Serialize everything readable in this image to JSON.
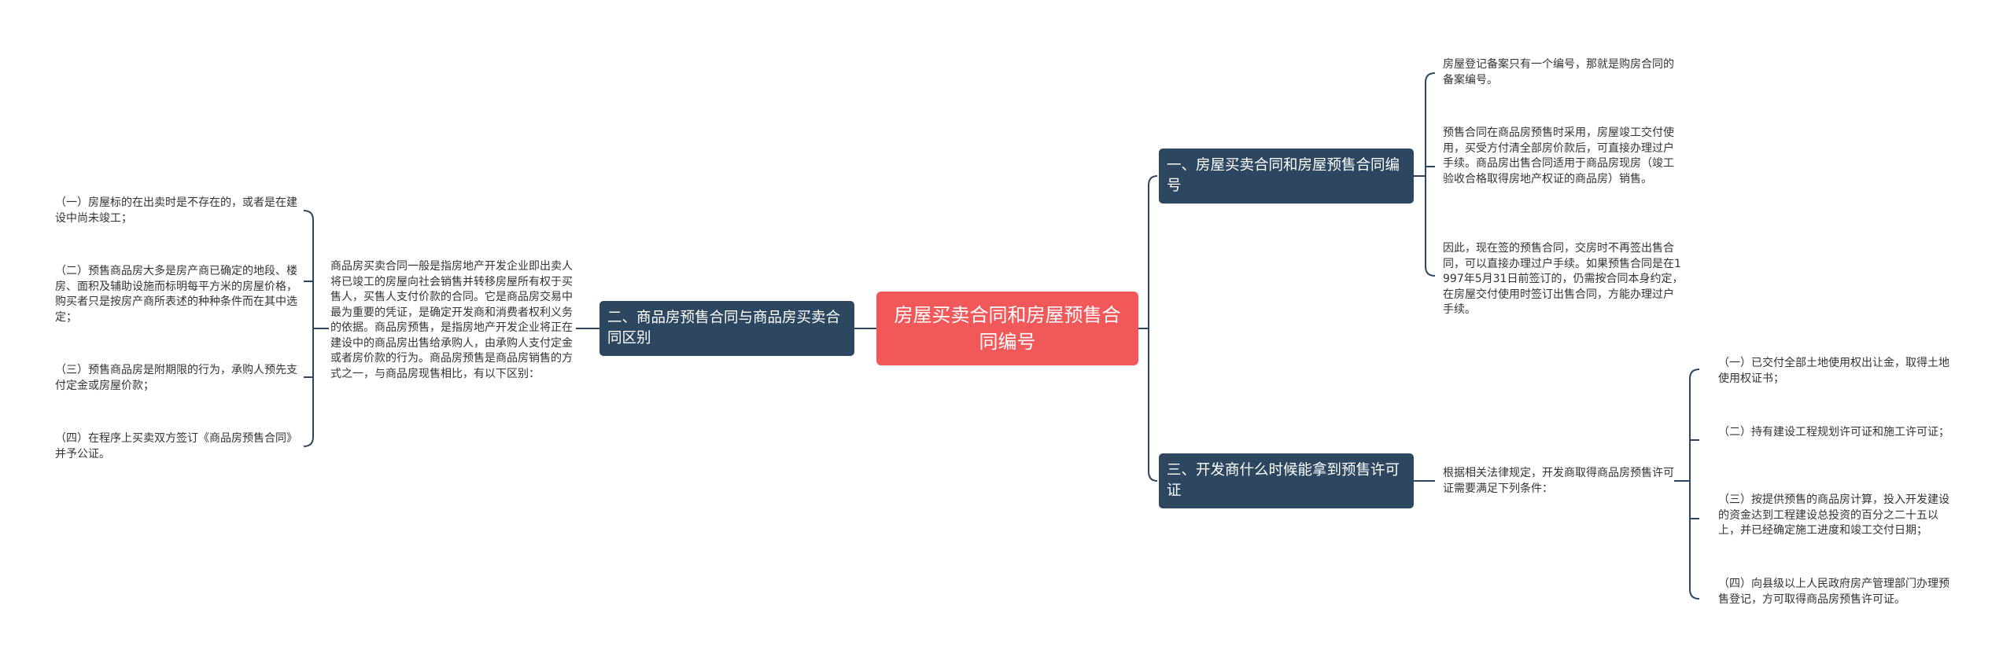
{
  "root": {
    "title": "房屋买卖合同和房屋预售合同编号"
  },
  "branch1": {
    "title": "一、房屋买卖合同和房屋预售合同编号",
    "items": [
      "房屋登记备案只有一个编号，那就是购房合同的备案编号。",
      "预售合同在商品房预售时采用，房屋竣工交付使用，买受方付清全部房价款后，可直接办理过户手续。商品房出售合同适用于商品房现房（竣工验收合格取得房地产权证的商品房）销售。",
      "因此，现在签的预售合同，交房时不再签出售合同，可以直接办理过户手续。如果预售合同是在1997年5月31日前签订的，仍需按合同本身约定，在房屋交付使用时签订出售合同，方能办理过户手续。"
    ]
  },
  "branch2": {
    "title": "二、商品房预售合同与商品房买卖合同区别",
    "intro": "商品房买卖合同一般是指房地产开发企业即出卖人将已竣工的房屋向社会销售并转移房屋所有权于买售人，买售人支付价款的合同。它是商品房交易中最为重要的凭证，是确定开发商和消费者权利义务的依据。商品房预售，是指房地产开发企业将正在建设中的商品房出售给承购人，由承购人支付定金或者房价款的行为。商品房预售是商品房销售的方式之一，与商品房现售相比，有以下区别：",
    "items": [
      "（一）房屋标的在出卖时是不存在的，或者是在建设中尚未竣工；",
      "（二）预售商品房大多是房产商已确定的地段、楼房、面积及辅助设施而标明每平方米的房屋价格，购买者只是按房产商所表述的种种条件而在其中选定；",
      "（三）预售商品房是附期限的行为，承购人预先支付定金或房屋价款；",
      "（四）在程序上买卖双方签订《商品房预售合同》并予公证。"
    ]
  },
  "branch3": {
    "title": "三、开发商什么时候能拿到预售许可证",
    "intro": "根据相关法律规定，开发商取得商品房预售许可证需要满足下列条件：",
    "items": [
      "（一）已交付全部土地使用权出让金，取得土地使用权证书；",
      "（二）持有建设工程规划许可证和施工许可证；",
      "（三）按提供预售的商品房计算，投入开发建设的资金达到工程建设总投资的百分之二十五以上，并已经确定施工进度和竣工交付日期；",
      "（四）向县级以上人民政府房产管理部门办理预售登记，方可取得商品房预售许可证。"
    ]
  },
  "colors": {
    "root": "#f0585a",
    "branch": "#2e4760",
    "line": "#2e4760"
  }
}
